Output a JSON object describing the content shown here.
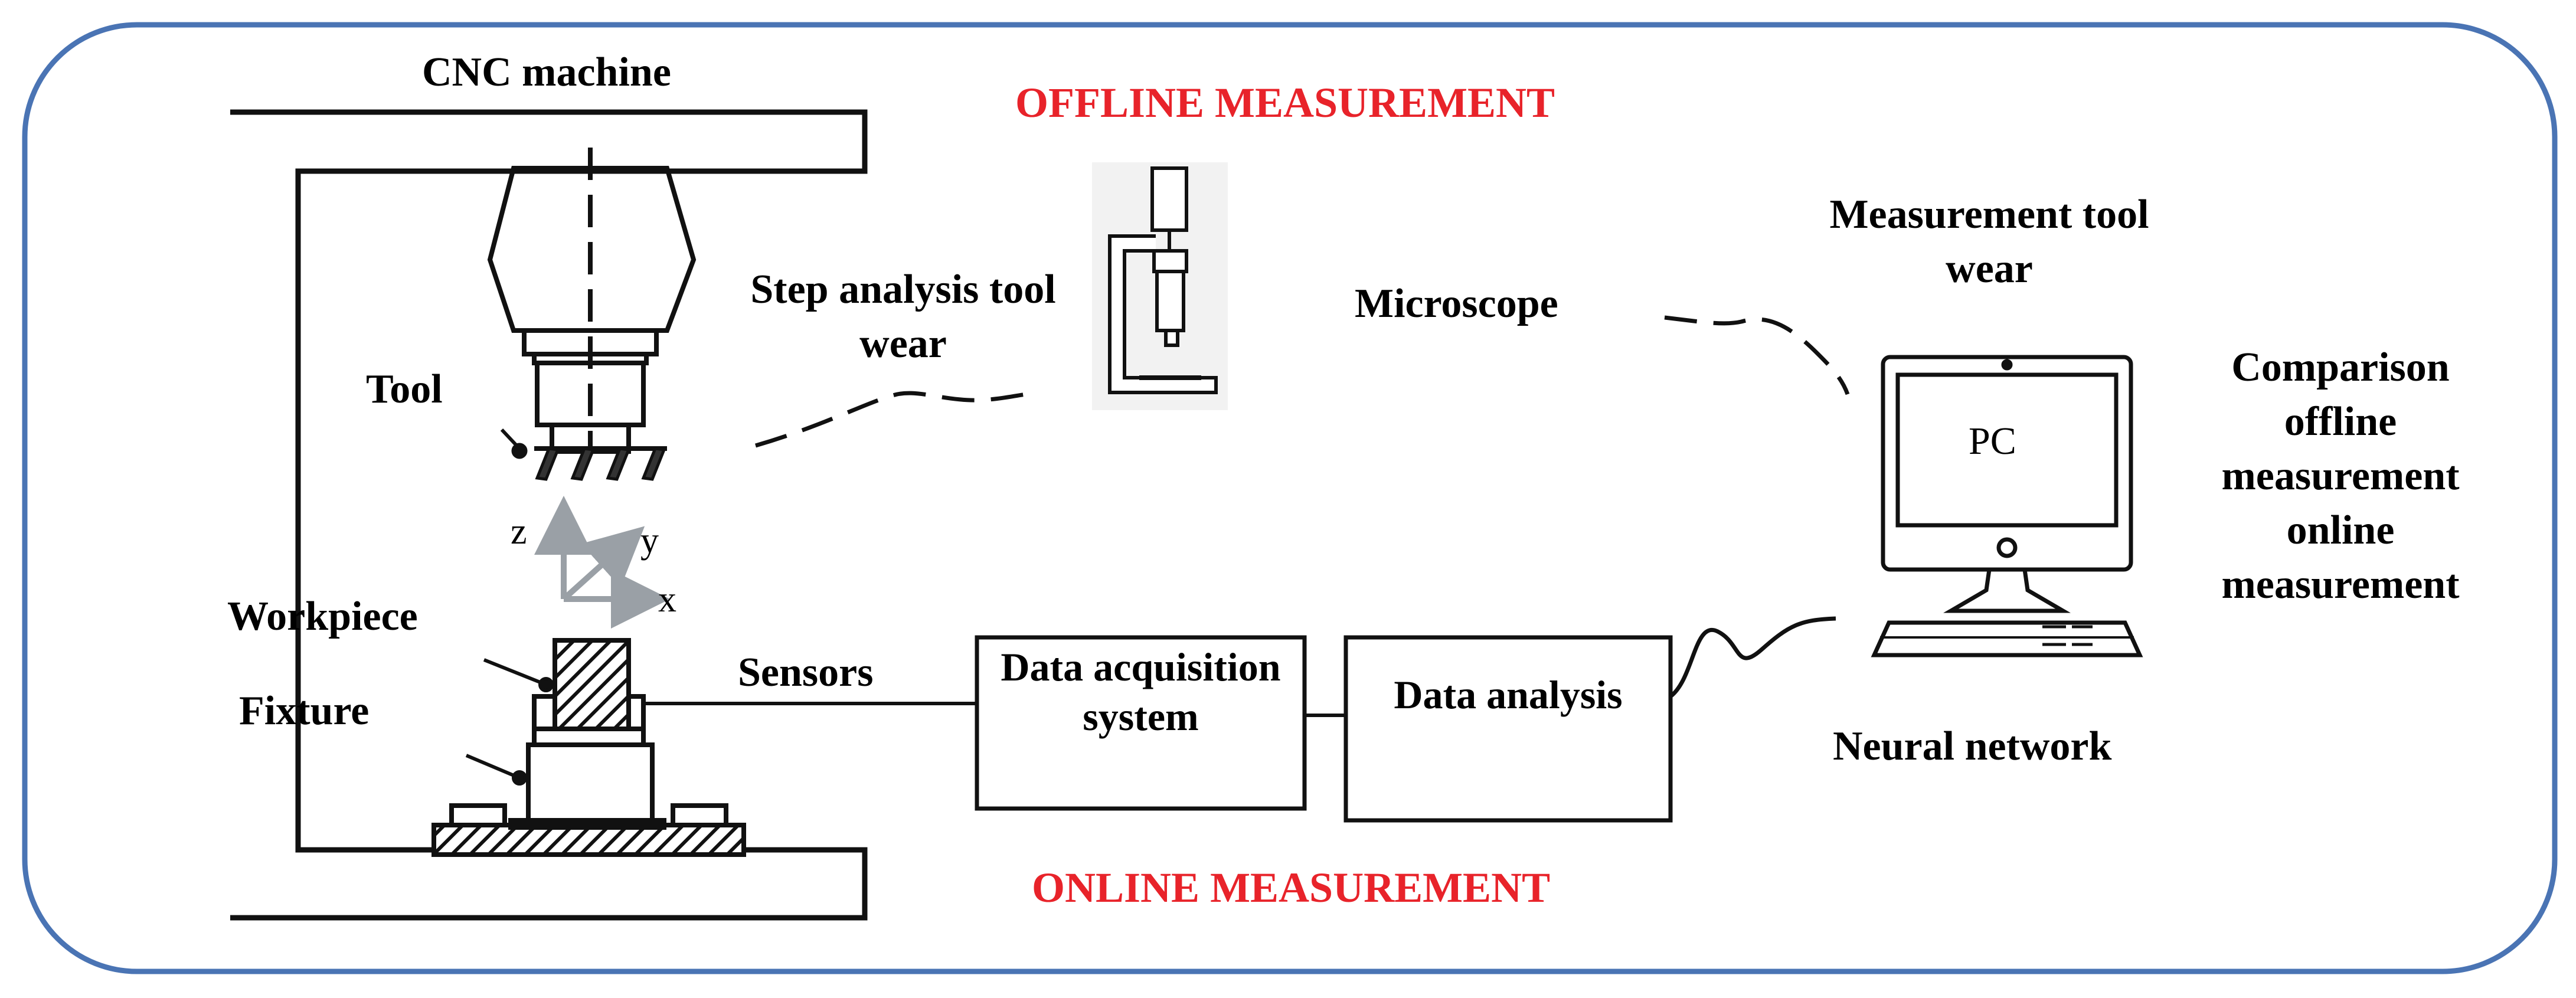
{
  "title_offline": "OFFLINE MEASUREMENT",
  "title_online": "ONLINE MEASUREMENT",
  "labels": {
    "cnc_machine": "CNC machine",
    "tool": "Tool",
    "workpiece": "Workpiece",
    "fixture": "Fixture",
    "sensors": "Sensors",
    "step_analysis": "Step analysis tool wear",
    "microscope": "Microscope",
    "measurement_tool_wear": "Measurement tool wear",
    "comparison": "Comparison offline measurement online measurement",
    "neural_network": "Neural network",
    "pc": "PC",
    "axis_x": "x",
    "axis_y": "y",
    "axis_z": "z"
  },
  "boxes": {
    "data_acquisition": "Data acquisition system",
    "data_analysis": "Data analysis"
  },
  "colors": {
    "frame_border": "#4a74b4",
    "offline_text": "#e8232a",
    "online_text": "#e8232a",
    "axis_arrow": "#9aa0a6",
    "line": "#000000"
  }
}
